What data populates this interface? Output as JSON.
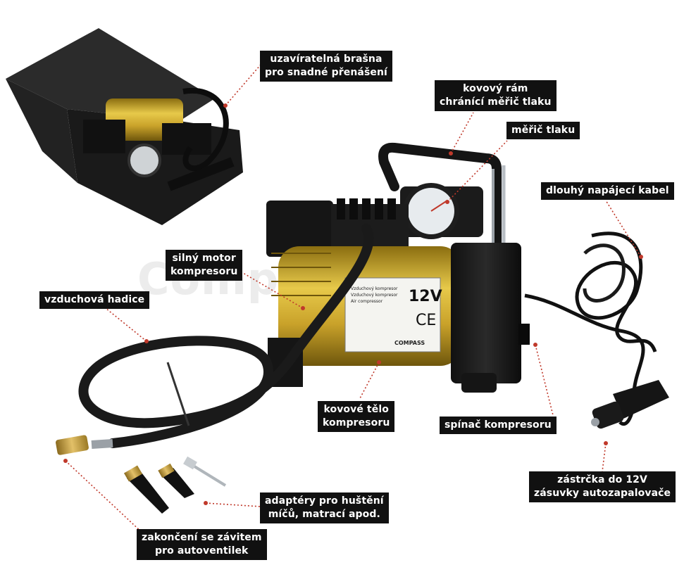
{
  "watermark": "CompassShop",
  "product_label": {
    "heading": "12V",
    "brand": "COMPASS",
    "lines": [
      "Vzduchový kompresor",
      "Vzduchový kompresor",
      "Air compressor"
    ]
  },
  "callouts": {
    "bag": [
      "uzavíratelná brašna",
      "pro snadné přenášení"
    ],
    "frame": [
      "kovový rám",
      "chránící měřič tlaku"
    ],
    "gauge": [
      "měřič tlaku"
    ],
    "cable": [
      "dlouhý napájecí kabel"
    ],
    "motor": [
      "silný motor",
      "kompresoru"
    ],
    "hose": [
      "vzduchová hadice"
    ],
    "body": [
      "kovové tělo",
      "kompresoru"
    ],
    "switch": [
      "spínač kompresoru"
    ],
    "plug": [
      "zástrčka do 12V",
      "zásuvky autozapalovače"
    ],
    "adapters": [
      "adaptéry pro huštění",
      "míčů, matrací apod."
    ],
    "thread": [
      "zakončení se závitem",
      "pro autoventilek"
    ]
  },
  "colors": {
    "label_bg": "#111111",
    "leader_line": "#c0392b",
    "compressor_yellow": "#d7b530"
  }
}
